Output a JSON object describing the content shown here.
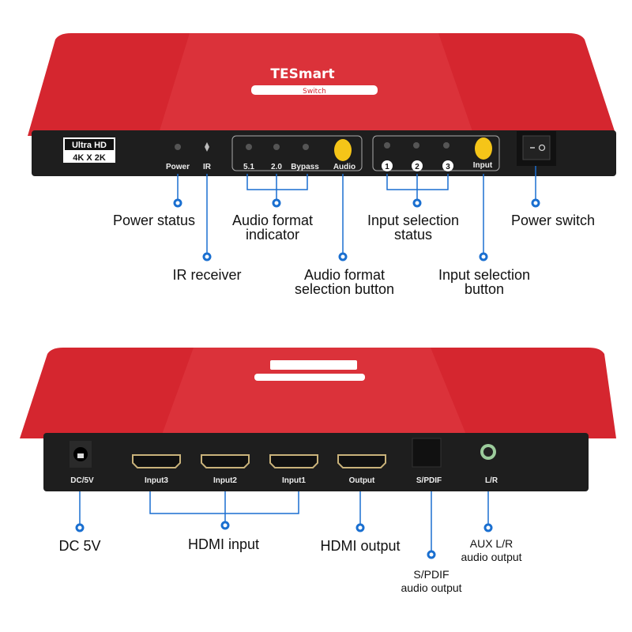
{
  "colors": {
    "body": "#d5262f",
    "panel": "#1e1e1e",
    "callout": "#1a6fd0",
    "button": "#f5c518"
  },
  "brand": {
    "logo": "TESmart",
    "sub": "Switch"
  },
  "front": {
    "badge": [
      "Ultra HD",
      "4K X 2K"
    ],
    "panel_labels": {
      "power": "Power",
      "ir": "IR",
      "l51": "5.1",
      "l20": "2.0",
      "bypass": "Bypass",
      "audio": "Audio",
      "in1": "1",
      "in2": "2",
      "in3": "3",
      "input": "Input"
    },
    "callouts": {
      "power_status": "Power status",
      "ir_receiver": "IR receiver",
      "audio_indicator": [
        "Audio format",
        "indicator"
      ],
      "audio_button": [
        "Audio format",
        "selection button"
      ],
      "input_status": [
        "Input selection",
        "status"
      ],
      "input_button": [
        "Input selection",
        "button"
      ],
      "power_switch": "Power switch"
    }
  },
  "rear": {
    "panel_labels": {
      "dc": "DC/5V",
      "in3": "Input3",
      "in2": "Input2",
      "in1": "Input1",
      "out": "Output",
      "spdif": "S/PDIF",
      "lr": "L/R"
    },
    "callouts": {
      "dc": "DC 5V",
      "hdmi_input": "HDMI input",
      "hdmi_output": "HDMI output",
      "spdif": [
        "S/PDIF",
        "audio output"
      ],
      "aux": [
        "AUX L/R",
        "audio output"
      ]
    }
  }
}
